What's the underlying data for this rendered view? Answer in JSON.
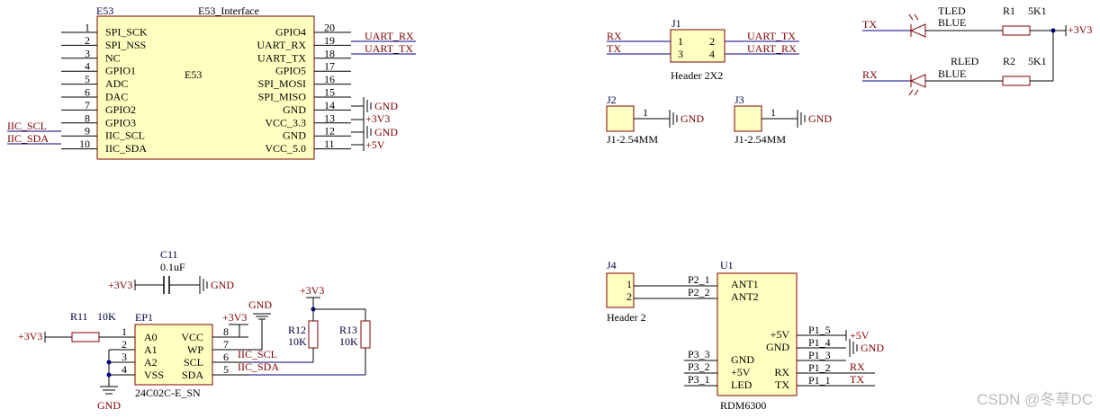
{
  "e53": {
    "ref": "E53",
    "title": "E53_Interface",
    "center": "E53",
    "left_pins": [
      {
        "num": "1",
        "name": "SPI_SCK"
      },
      {
        "num": "2",
        "name": "SPI_NSS"
      },
      {
        "num": "3",
        "name": "NC"
      },
      {
        "num": "4",
        "name": "GPIO1"
      },
      {
        "num": "5",
        "name": "ADC"
      },
      {
        "num": "6",
        "name": "DAC"
      },
      {
        "num": "7",
        "name": "GPIO2"
      },
      {
        "num": "8",
        "name": "GPIO3"
      },
      {
        "num": "9",
        "name": "IIC_SCL"
      },
      {
        "num": "10",
        "name": "IIC_SDA"
      }
    ],
    "right_pins": [
      {
        "num": "20",
        "name": "GPIO4"
      },
      {
        "num": "19",
        "name": "UART_RX"
      },
      {
        "num": "18",
        "name": "UART_TX"
      },
      {
        "num": "17",
        "name": "GPIO5"
      },
      {
        "num": "16",
        "name": "SPI_MOSI"
      },
      {
        "num": "15",
        "name": "SPI_MISO"
      },
      {
        "num": "14",
        "name": "GND"
      },
      {
        "num": "13",
        "name": "VCC_3.3"
      },
      {
        "num": "12",
        "name": "GND"
      },
      {
        "num": "11",
        "name": "VCC_5.0"
      }
    ],
    "net_uart_rx": "UART_RX",
    "net_uart_tx": "UART_TX",
    "net_scl": "IIC_SCL",
    "net_sda": "IIC_SDA",
    "gnd1": "GND",
    "v33": "+3V3",
    "gnd2": "GND",
    "v5": "+5V"
  },
  "j1": {
    "ref": "J1",
    "name": "Header 2X2",
    "pins": [
      "1",
      "2",
      "3",
      "4"
    ],
    "net_rx": "RX",
    "net_tx": "TX",
    "net_uart_tx": "UART_TX",
    "net_uart_rx": "UART_RX"
  },
  "j2": {
    "ref": "J2",
    "name": "J1-2.54MM",
    "pin": "1",
    "gnd": "GND"
  },
  "j3": {
    "ref": "J3",
    "name": "J1-2.54MM",
    "pin": "1",
    "gnd": "GND"
  },
  "leds": {
    "tled": "TLED",
    "tled_color": "BLUE",
    "tx": "TX",
    "r1": "R1",
    "r1_val": "5K1",
    "v33": "+3V3",
    "rled": "RLED",
    "rled_color": "BLUE",
    "rx": "RX",
    "r2": "R2",
    "r2_val": "5K1"
  },
  "c11": {
    "ref": "C11",
    "val": "0.1uF",
    "v33": "+3V3",
    "gnd": "GND"
  },
  "ep1": {
    "ref": "EP1",
    "name": "24C02C-E_SN",
    "left_pins": [
      {
        "num": "1",
        "name": "A0"
      },
      {
        "num": "2",
        "name": "A1"
      },
      {
        "num": "3",
        "name": "A2"
      },
      {
        "num": "4",
        "name": "VSS"
      }
    ],
    "right_pins": [
      {
        "num": "8",
        "name": "VCC"
      },
      {
        "num": "7",
        "name": "WP"
      },
      {
        "num": "6",
        "name": "SCL"
      },
      {
        "num": "5",
        "name": "SDA"
      }
    ],
    "r11": "R11",
    "r11_val": "10K",
    "v33_left": "+3V3",
    "gnd_bottom": "GND",
    "v33_top": "+3V3",
    "gnd_top": "GND",
    "net_scl": "IIC_SCL",
    "net_sda": "IIC_SDA",
    "v33_pullup": "+3V3",
    "r12": "R12",
    "r12_val": "10K",
    "r13": "R13",
    "r13_val": "10K"
  },
  "j4": {
    "ref": "J4",
    "name": "Header 2",
    "pins": [
      "1",
      "2"
    ],
    "net1": "P2_1",
    "net2": "P2_2"
  },
  "u1": {
    "ref": "U1",
    "name": "RDM6300",
    "ant1": "ANT1",
    "ant2": "ANT2",
    "p5v": "+5V",
    "pgnd": "GND",
    "lgnd": "GND",
    "l5v": "+5V",
    "lled": "LED",
    "rrx": "RX",
    "rtx": "TX",
    "n_p15": "P1_5",
    "n_p14": "P1_4",
    "n_p13": "P1_3",
    "n_p12": "P1_2",
    "n_p11": "P1_1",
    "n_p33": "P3_3",
    "n_p32": "P3_2",
    "n_p31": "P3_1",
    "v5": "+5V",
    "gnd": "GND",
    "rx": "RX",
    "tx": "TX"
  },
  "watermark": "CSDN @冬草DC"
}
